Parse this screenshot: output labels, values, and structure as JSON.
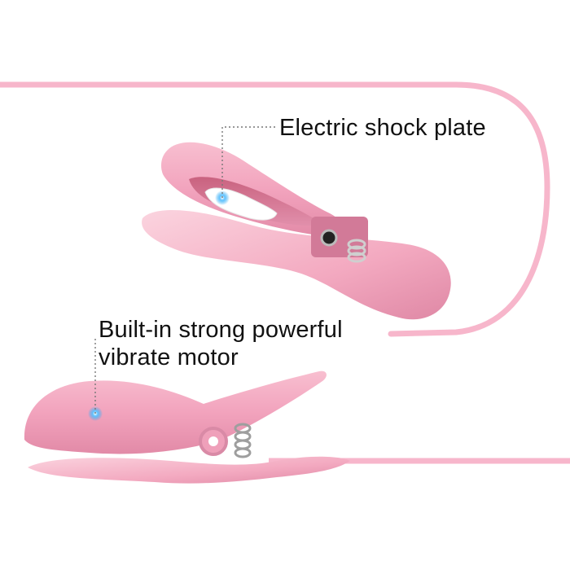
{
  "callouts": {
    "shock_plate": "Electric shock plate",
    "motor_line1": "Built-in strong powerful",
    "motor_line2": "vibrate motor"
  },
  "colors": {
    "background": "#ffffff",
    "cable": "#f7b6cb",
    "clip_body": "#f2a3bd",
    "clip_highlight": "#fbd2de",
    "clip_shadow": "#d97d9b",
    "indicator": "#2aa7f0",
    "leader_line": "#777777",
    "text": "#111111"
  },
  "icons": {
    "top_clip": "pink-clip-electrode-icon",
    "bottom_clip": "pink-clip-motor-icon",
    "indicator_dot": "blue-dot-icon"
  }
}
